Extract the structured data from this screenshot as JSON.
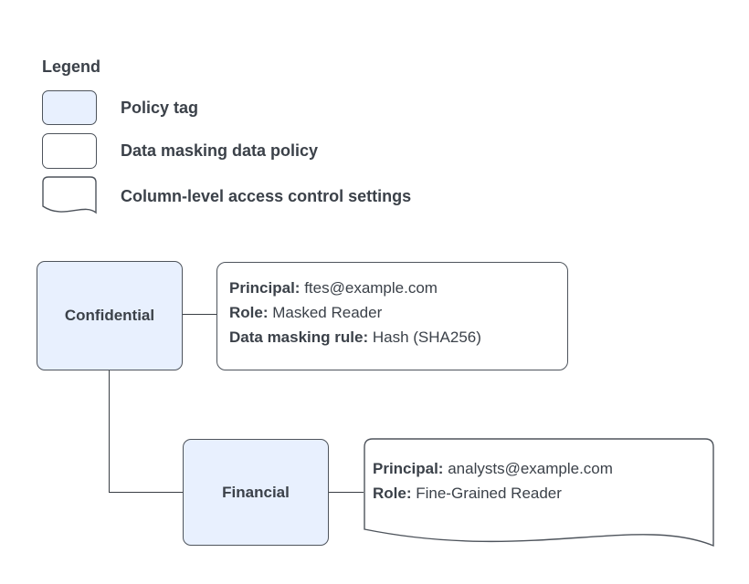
{
  "colors": {
    "node_fill": "#e8f0fe",
    "shape_border": "#4e545c",
    "text": "#3b4149",
    "connector": "#3a3f45",
    "background": "#ffffff"
  },
  "legend": {
    "title": "Legend",
    "items": [
      {
        "shape": "policy-tag",
        "label": "Policy tag"
      },
      {
        "shape": "data-masking-policy",
        "label": "Data masking data policy"
      },
      {
        "shape": "column-level-access-control",
        "label": "Column-level access control settings"
      }
    ]
  },
  "diagram": {
    "policy_tags": [
      {
        "label": "Confidential"
      },
      {
        "label": "Financial"
      }
    ],
    "data_policies": [
      {
        "type": "data-masking-policy",
        "fields": [
          {
            "label": "Principal:",
            "value": "ftes@example.com"
          },
          {
            "label": "Role:",
            "value": "Masked Reader"
          },
          {
            "label": "Data masking rule:",
            "value": "Hash (SHA256)"
          }
        ]
      },
      {
        "type": "column-level-access-control",
        "fields": [
          {
            "label": "Principal:",
            "value": "analysts@example.com"
          },
          {
            "label": "Role:",
            "value": "Fine-Grained Reader"
          }
        ]
      }
    ]
  }
}
